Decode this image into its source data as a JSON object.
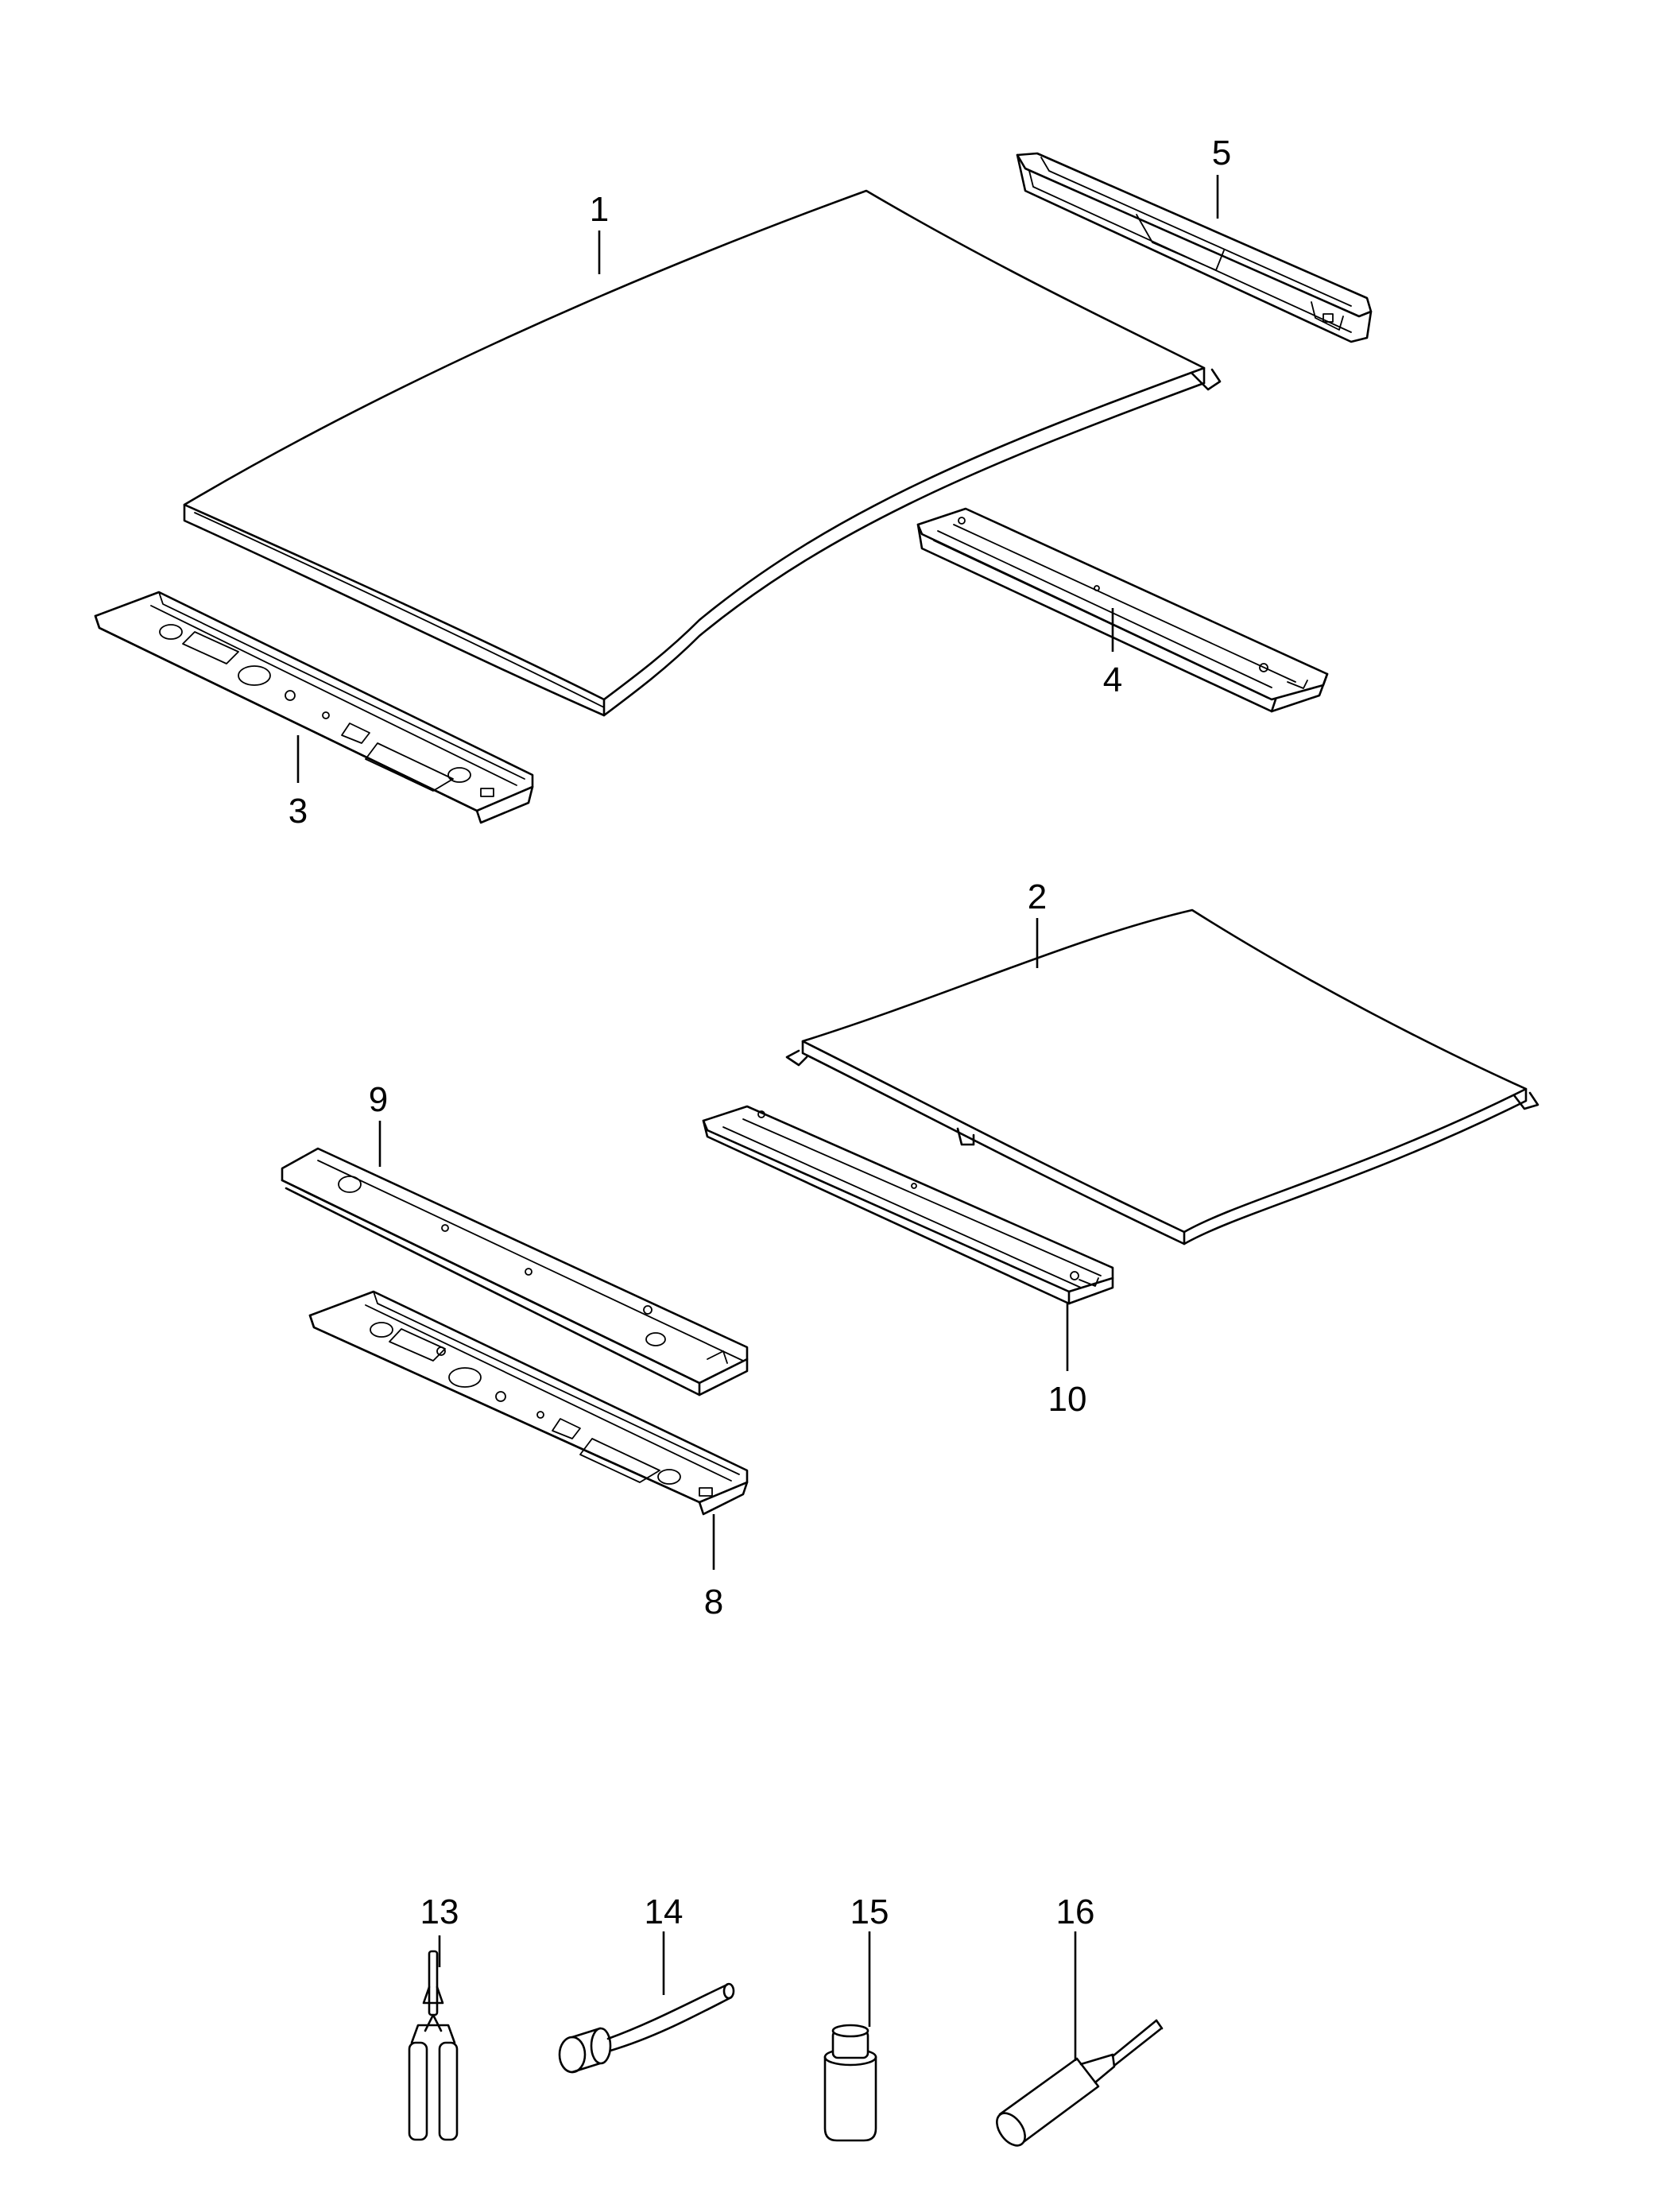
{
  "diagram": {
    "callouts": [
      {
        "id": "1",
        "text": "1"
      },
      {
        "id": "2",
        "text": "2"
      },
      {
        "id": "3",
        "text": "3"
      },
      {
        "id": "4",
        "text": "4"
      },
      {
        "id": "5",
        "text": "5"
      },
      {
        "id": "8",
        "text": "8"
      },
      {
        "id": "9",
        "text": "9"
      },
      {
        "id": "10",
        "text": "10"
      },
      {
        "id": "13",
        "text": "13"
      },
      {
        "id": "14",
        "text": "14"
      },
      {
        "id": "15",
        "text": "15"
      },
      {
        "id": "16",
        "text": "16"
      }
    ]
  }
}
